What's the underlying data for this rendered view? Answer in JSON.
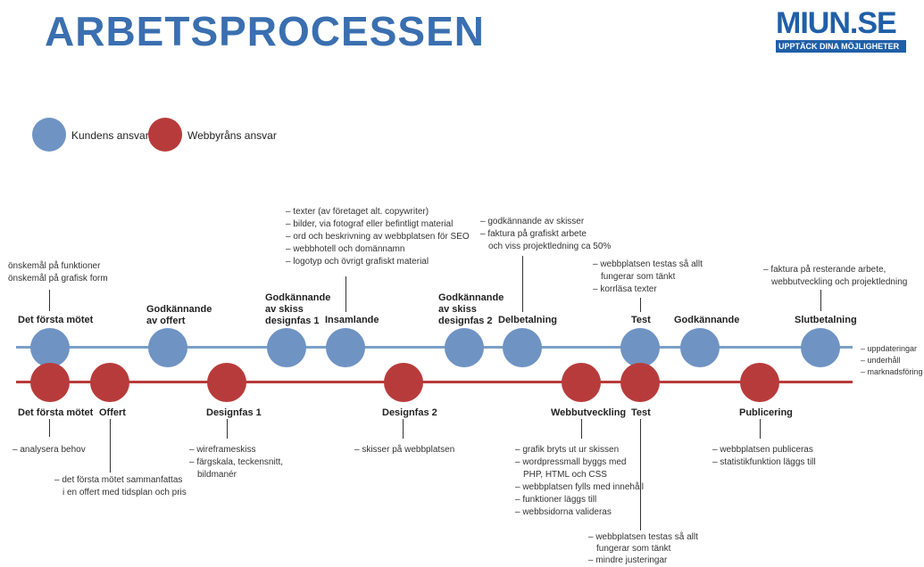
{
  "title": "ARBETSPROCESSEN",
  "logo": {
    "main": "MIUN.SE",
    "tagline": "UPPTÄCK DINA MÖJLIGHETER"
  },
  "colors": {
    "title": "#3a6fb0",
    "client": "#6f93c3",
    "agency": "#b83b3b",
    "logo": "#1f5fa8"
  },
  "legend": {
    "client": "Kundens ansvar",
    "agency": "Webbyråns ansvar"
  },
  "client_steps": [
    {
      "label": "Det första mötet"
    },
    {
      "label": "Godkännande av offert"
    },
    {
      "label": "Godkännande av skiss designfas 1"
    },
    {
      "label": "Insamlande"
    },
    {
      "label": "Godkännande av skiss designfas 2"
    },
    {
      "label": "Delbetalning"
    },
    {
      "label": "Test"
    },
    {
      "label": "Godkännande"
    },
    {
      "label": "Slutbetalning"
    }
  ],
  "agency_steps": [
    {
      "label": "Det första mötet"
    },
    {
      "label": "Offert"
    },
    {
      "label": "Designfas 1"
    },
    {
      "label": "Designfas 2"
    },
    {
      "label": "Webbutveckling"
    },
    {
      "label": "Test"
    },
    {
      "label": "Publicering"
    }
  ],
  "notes": {
    "first_meeting": [
      "önskemål på funktioner",
      "önskemål på grafisk form"
    ],
    "collecting": [
      "– texter (av företaget alt. copywriter)",
      "– bilder, via fotograf eller befintligt material",
      "– ord och beskrivning av webbplatsen för SEO",
      "– webbhotell och domännamn",
      "– logotyp och övrigt grafiskt material"
    ],
    "partial_payment": [
      "– godkännande av skisser",
      "– faktura på grafiskt arbete",
      "och viss projektledning ca 50%"
    ],
    "client_test": [
      "– webbplatsen testas så allt",
      "fungerar som tänkt",
      "– korrläsa texter"
    ],
    "final_payment": [
      "– faktura på resterande arbete,",
      "webbutveckling och projektledning"
    ],
    "after": [
      "– uppdateringar",
      "– underhåll",
      "– marknadsföring"
    ],
    "analyse": [
      "– analysera behov"
    ],
    "offer": [
      "– det första mötet sammanfattas",
      "i en offert med tidsplan och pris"
    ],
    "design1": [
      "– wireframeskiss",
      "– färgskala, teckensnitt,",
      "bildmanér"
    ],
    "design2": [
      "– skisser på webbplatsen"
    ],
    "webdev": [
      "– grafik bryts ut ur skissen",
      "– wordpressmall byggs med",
      "PHP, HTML och CSS",
      "– webbplatsen fylls med innehåll",
      "– funktioner läggs till",
      "– webbsidorna valideras"
    ],
    "agency_test": [
      "– webbplatsen testas så allt",
      "fungerar som tänkt",
      "– mindre justeringar"
    ],
    "publishing": [
      "– webbplatsen publiceras",
      "– statistikfunktion läggs till"
    ]
  }
}
